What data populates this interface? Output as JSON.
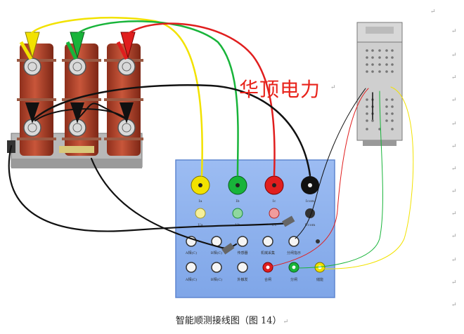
{
  "brand_text": "华顶电力",
  "caption": "智能顺测接线图（图 14）",
  "paragraph_mark": "↵",
  "panel": {
    "top_jacks": [
      "Ia",
      "Ib",
      "Ic",
      "Icom"
    ],
    "mid_jacks": [
      "Ua",
      "Ub",
      "Uc",
      "Ucom"
    ],
    "row3": [
      "A相(C)",
      "B相(C)",
      "传感器",
      "机械采集",
      "分闸指示"
    ],
    "row4": [
      "A相(C)",
      "B相(C)",
      "外触发",
      "合闸",
      "分闸",
      "储能"
    ]
  },
  "colors": {
    "yellow": "#f2e200",
    "green": "#18b43a",
    "red": "#e01e1e",
    "black": "#111111",
    "panel_blue": "#8ab0ee",
    "breaker_red": "#b5452b"
  }
}
